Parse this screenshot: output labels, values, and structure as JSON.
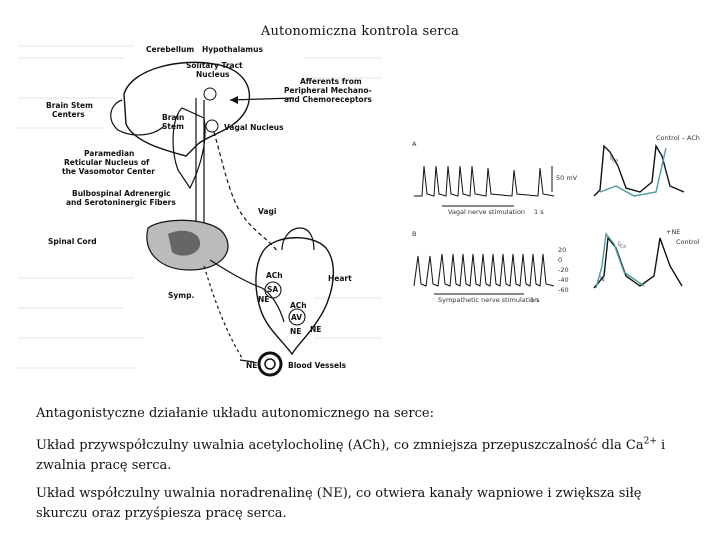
{
  "slide": {
    "title": "Autonomiczna kontrola serca",
    "intro": "Antagonistyczne działanie układu autonomicznego na serce:",
    "parasympathetic_pre": "Układ przywspółczulny uwalnia acetylocholinę (ACh), co zmniejsza przepuszczalność dla Ca",
    "parasympathetic_sup": "2+",
    "parasympathetic_post": " i zwalnia pracę serca.",
    "sympathetic": "Układ współczulny uwalnia noradrenalinę (NE), co otwiera kanały wapniowe i zwiększa siłę skurczu oraz przyśpiesza pracę serca."
  },
  "diagram": {
    "cerebellum": "Cerebellum",
    "hypothalamus": "Hypothalamus",
    "solitary_tract_1": "Solitary Tract",
    "solitary_tract_2": "Nucleus",
    "afferents_1": "Afferents from",
    "afferents_2": "Peripheral Mechano-",
    "afferents_3": "and Chemoreceptors",
    "brain_stem_centers_1": "Brain Stem",
    "brain_stem_centers_2": "Centers",
    "brain_stem_1": "Brain",
    "brain_stem_2": "Stem",
    "vagal_nucleus": "Vagal Nucleus",
    "paramedian_1": "Paramedian",
    "paramedian_2": "Reticular Nucleus of",
    "paramedian_3": "the Vasomotor Center",
    "bulbospinal_1": "Bulbospinal Adrenergic",
    "bulbospinal_2": "and Serotoninergic Fibers",
    "vagi": "Vagi",
    "spinal_cord": "Spinal Cord",
    "heart": "Heart",
    "symp": "Symp.",
    "ach_1": "ACh",
    "sa": "SA",
    "ne_1": "NE",
    "ach_2": "ACh",
    "av": "AV",
    "ne_2": "NE",
    "ne_3": "NE",
    "blood_vessels": "Blood Vessels"
  },
  "traces": {
    "panel_a": "A",
    "panel_b": "B",
    "control_ach": "Control – ACh",
    "ne_control_1": "+NE",
    "ne_control_2": "Control",
    "vagal_stim": "Vagal nerve stimulation",
    "symp_stim": "Sympathetic nerve stimulation",
    "scale_a": "50 mV",
    "time_a": "1 s",
    "time_b": "1 s",
    "scale_b": [
      "20",
      "0",
      "-20",
      "-40",
      "-60"
    ],
    "ica": "I",
    "ica_sub": "Ca",
    "ik": "I",
    "ik_sub": "K"
  }
}
